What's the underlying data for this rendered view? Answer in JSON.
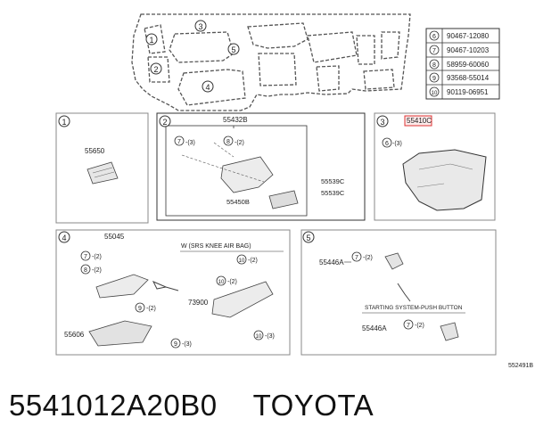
{
  "legend": [
    {
      "num": "6",
      "part": "90467-12080"
    },
    {
      "num": "7",
      "part": "90467-10203"
    },
    {
      "num": "8",
      "part": "58959-60060"
    },
    {
      "num": "9",
      "part": "93568-55014"
    },
    {
      "num": "10",
      "part": "90119-06951"
    }
  ],
  "overview_callouts": [
    "1",
    "2",
    "3",
    "4",
    "5"
  ],
  "panel1": {
    "num": "1",
    "part": "55650"
  },
  "panel2": {
    "num": "2",
    "main": "55432B",
    "c1": "7",
    "q1": "-(3)",
    "c2": "8",
    "q2": "-(2)",
    "p1": "55539C",
    "p2": "55539C",
    "p3": "55450B"
  },
  "panel3": {
    "num": "3",
    "main": "55410C",
    "c1": "6",
    "q1": "-(3)"
  },
  "panel4": {
    "num": "4",
    "main": "55045",
    "c1": "7",
    "q1": "-(2)",
    "c2": "8",
    "q2": "-(2)",
    "c3": "9",
    "q3": "-(2)",
    "c4": "9",
    "q4": "-(3)",
    "p1": "55606",
    "sub": "W (SRS KNEE AIR BAG)",
    "c5": "10",
    "q5": "-(2)",
    "c6": "10",
    "q6": "-(2)",
    "p2": "73900",
    "c7": "10",
    "q7": "-(3)"
  },
  "panel5": {
    "num": "5",
    "p1": "55446A",
    "c1": "7",
    "q1": "-(2)",
    "sub": "STARTING SYSTEM-PUSH BUTTON",
    "p2": "55446A",
    "c2": "7",
    "q2": "-(2)"
  },
  "figure_id": "552491B",
  "footer": {
    "part_number": "5541012A20B0",
    "brand": "TOYOTA"
  }
}
